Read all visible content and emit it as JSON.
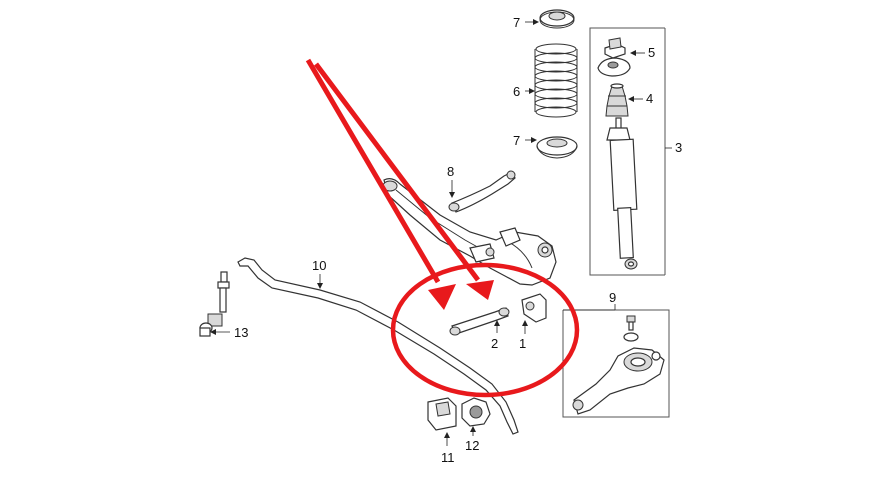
{
  "callouts": {
    "c1": "1",
    "c2": "2",
    "c3": "3",
    "c4": "4",
    "c5": "5",
    "c6": "6",
    "c7a": "7",
    "c7b": "7",
    "c8": "8",
    "c9": "9",
    "c10": "10",
    "c11": "11",
    "c12": "12",
    "c13": "13"
  },
  "colors": {
    "highlight": "#e8191c",
    "line_art": "#333333"
  }
}
